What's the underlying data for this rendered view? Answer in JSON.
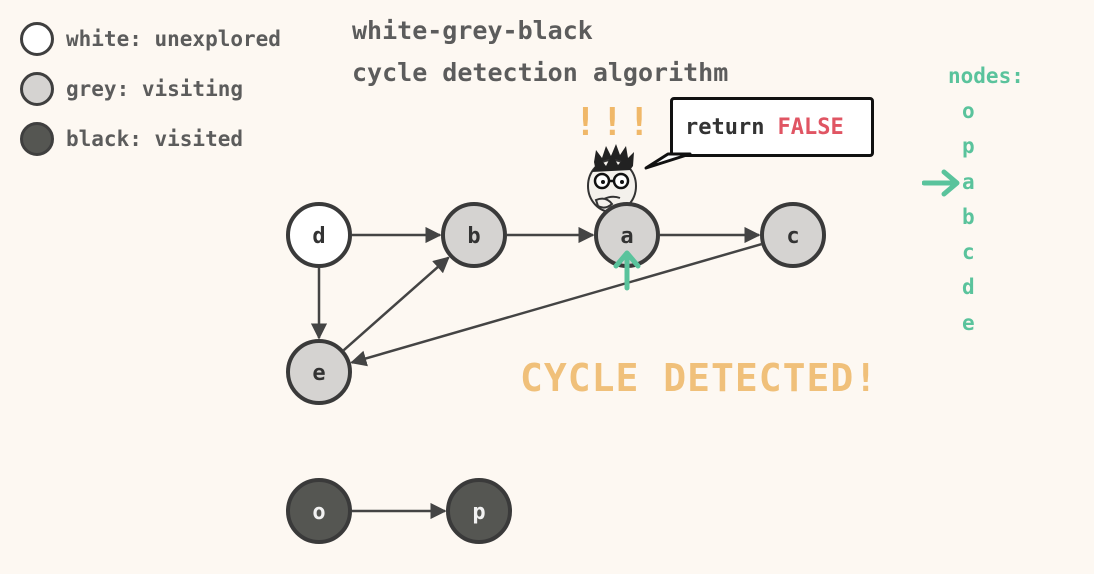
{
  "legend": [
    {
      "label": "white: unexplored",
      "fill": "#ffffff"
    },
    {
      "label": "grey: visiting",
      "fill": "#d5d3d1"
    },
    {
      "label": "black: visited",
      "fill": "#555652"
    }
  ],
  "heading": {
    "line1": "white-grey-black",
    "line2": "cycle detection algorithm"
  },
  "order_panel": {
    "title": "nodes:",
    "items": [
      "o",
      "p",
      "a",
      "b",
      "c",
      "d",
      "e"
    ],
    "current_index": 2
  },
  "graph": {
    "nodes": [
      {
        "id": "d",
        "label": "d",
        "state": "white"
      },
      {
        "id": "b",
        "label": "b",
        "state": "grey"
      },
      {
        "id": "a",
        "label": "a",
        "state": "grey"
      },
      {
        "id": "c",
        "label": "c",
        "state": "grey"
      },
      {
        "id": "e",
        "label": "e",
        "state": "grey"
      },
      {
        "id": "o",
        "label": "o",
        "state": "black"
      },
      {
        "id": "p",
        "label": "p",
        "state": "black"
      }
    ],
    "edges": [
      {
        "from": "d",
        "to": "b"
      },
      {
        "from": "b",
        "to": "a"
      },
      {
        "from": "a",
        "to": "c"
      },
      {
        "from": "d",
        "to": "e"
      },
      {
        "from": "e",
        "to": "b"
      },
      {
        "from": "c",
        "to": "e"
      },
      {
        "from": "o",
        "to": "p"
      }
    ]
  },
  "exclamation": "!!!",
  "speech_bubble": {
    "prefix": "return",
    "value": "FALSE"
  },
  "banner": "CYCLE DETECTED!",
  "colors": {
    "background": "#fdf8f2",
    "accent_green": "#5ac39c",
    "warning_orange": "#f0c07a",
    "false_red": "#e05563",
    "white_node": "#ffffff",
    "grey_node": "#d5d3d1",
    "black_node": "#555652"
  }
}
